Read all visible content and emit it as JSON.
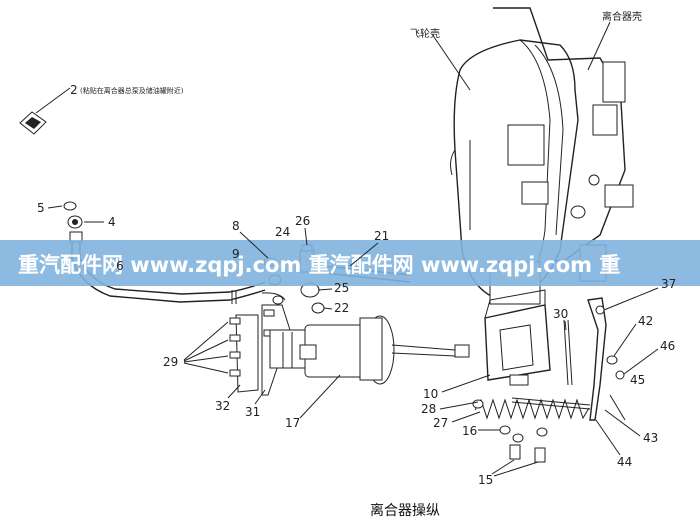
{
  "diagram": {
    "caption": "离合器操纵",
    "housing_labels": {
      "flywheel_housing": "飞轮壳",
      "clutch_housing": "离合器壳"
    },
    "note": {
      "number": "2",
      "text": "(粘贴在离合器总泵及储油罐附近)"
    },
    "watermark": {
      "text": "重汽配件网  www.zqpj.com  重汽配件网  www.zqpj.com  重",
      "band_color": "#7fb2dd"
    },
    "callouts": [
      "2",
      "4",
      "5",
      "6",
      "8",
      "9",
      "10",
      "15",
      "16",
      "17",
      "21",
      "22",
      "24",
      "25",
      "26",
      "27",
      "28",
      "29",
      "30",
      "31",
      "32",
      "37",
      "42",
      "43",
      "44",
      "45",
      "46"
    ]
  }
}
